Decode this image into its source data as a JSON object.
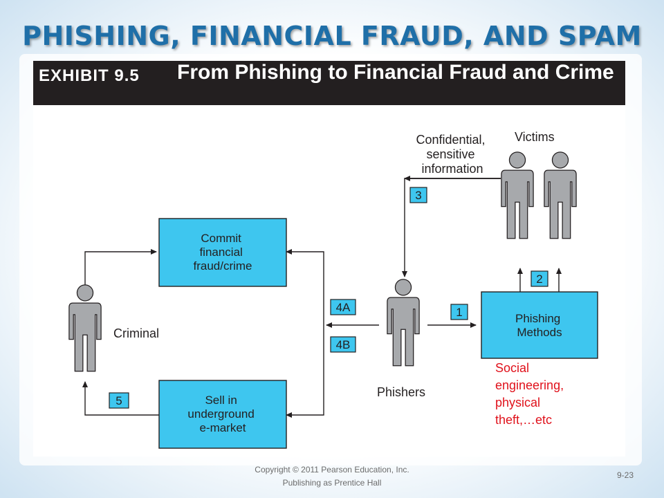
{
  "slide": {
    "title": "PHISHING, FINANCIAL FRAUD, AND SPAM"
  },
  "exhibit": {
    "label": "EXHIBIT 9.5",
    "title": "From Phishing to Financial Fraud and Crime"
  },
  "diagram": {
    "actors": {
      "victims": "Victims",
      "phishers": "Phishers",
      "criminal": "Criminal"
    },
    "nodes": {
      "commit": [
        "Commit",
        "financial",
        "fraud/crime"
      ],
      "sell": [
        "Sell in",
        "underground",
        "e-market"
      ],
      "methods": [
        "Phishing",
        "Methods"
      ]
    },
    "info_label": [
      "Confidential,",
      "sensitive",
      "information"
    ],
    "steps": {
      "s1": "1",
      "s2": "2",
      "s3": "3",
      "s4a": "4A",
      "s4b": "4B",
      "s5": "5"
    },
    "annotation": [
      "Social",
      "engineering,",
      "physical",
      "theft,…etc"
    ]
  },
  "colors": {
    "title": "#1f6fa8",
    "box_fill": "#3ec6ef",
    "person_fill": "#a7a9ac",
    "annotation": "#e0111b",
    "exhibit_bar": "#231f20"
  },
  "footer": {
    "copyright_line1": "Copyright © 2011 Pearson Education, Inc.",
    "copyright_line2": "Publishing as Prentice Hall",
    "page_number": "9-23"
  }
}
